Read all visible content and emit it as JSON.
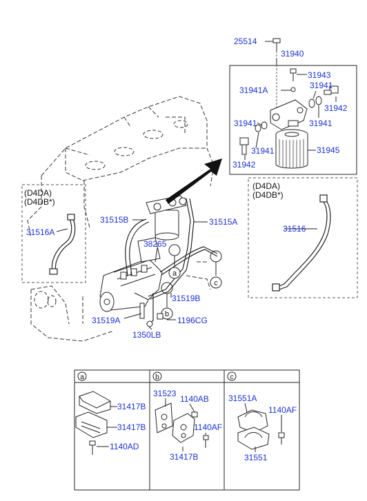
{
  "labels": {
    "p25514": "25514",
    "p31940": "31940",
    "p31943": "31943",
    "p31941A": "31941A",
    "p31941_a": "31941",
    "p31942_a": "31942",
    "p31941_b": "31941",
    "p31941_c": "31941",
    "p31941_d": "31941",
    "p31942_b": "31942",
    "p31945": "31945",
    "p31515B": "31515B",
    "p31515A": "31515A",
    "p38265": "38265",
    "p31516A": "31516A",
    "p31516": "31516",
    "p31519B": "31519B",
    "p31519A": "31519A",
    "p1196CG": "1196CG",
    "p1350LB": "1350LB",
    "p31417B_1": "31417B",
    "p31417B_2": "31417B",
    "p1140AD": "1140AD",
    "p31523": "31523",
    "p1140AB": "1140AB",
    "p1140AF_b": "1140AF",
    "p31417B_3": "31417B",
    "p31551A": "31551A",
    "p1140AF_c": "1140AF",
    "p31551": "31551"
  },
  "variants": {
    "left_line1": "(D4DA)",
    "left_line2": "(D4DB*)",
    "right_line1": "(D4DA)",
    "right_line2": "(D4DB*)"
  },
  "callouts": {
    "a": "a",
    "b": "b",
    "c": "c"
  },
  "colors": {
    "part_number": "#1a2fd6",
    "line_art": "#222222",
    "dashed_box": "#555555"
  }
}
